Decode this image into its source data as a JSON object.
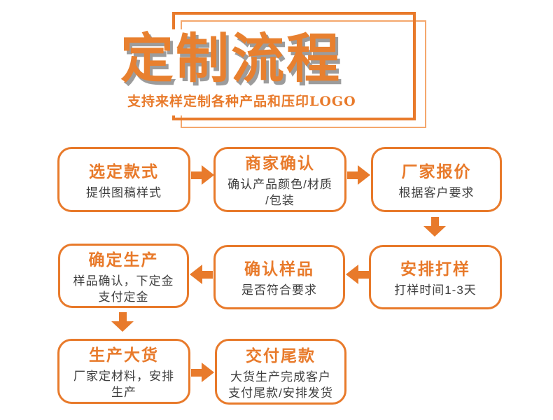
{
  "colors": {
    "accent_orange": "#e87a2b",
    "title_orange": "#e8802f",
    "title_shadow": "#9c9c9c",
    "frame_thin_orange": "#f4a76d",
    "desc_text": "#3e3e3e"
  },
  "header": {
    "title": "定制流程",
    "subtitle": "支持来样定制各种产品和压印LOGO"
  },
  "flow": {
    "steps": [
      {
        "title": "选定款式",
        "desc": "提供图稿样式"
      },
      {
        "title": "商家确认",
        "desc": "确认产品颜色/材质\n/包装"
      },
      {
        "title": "厂家报价",
        "desc": "根据客户要求"
      },
      {
        "title": "安排打样",
        "desc": "打样时间1-3天"
      },
      {
        "title": "确认样品",
        "desc": "是否符合要求"
      },
      {
        "title": "确定生产",
        "desc": "样品确认，下定金\n支付定金"
      },
      {
        "title": "生产大货",
        "desc": "厂家定材料，安排\n生产"
      },
      {
        "title": "交付尾款",
        "desc": "大货生产完成客户\n支付尾款/安排发货"
      }
    ],
    "sequence": [
      "right",
      "right",
      "down",
      "left",
      "left",
      "down",
      "right"
    ]
  }
}
